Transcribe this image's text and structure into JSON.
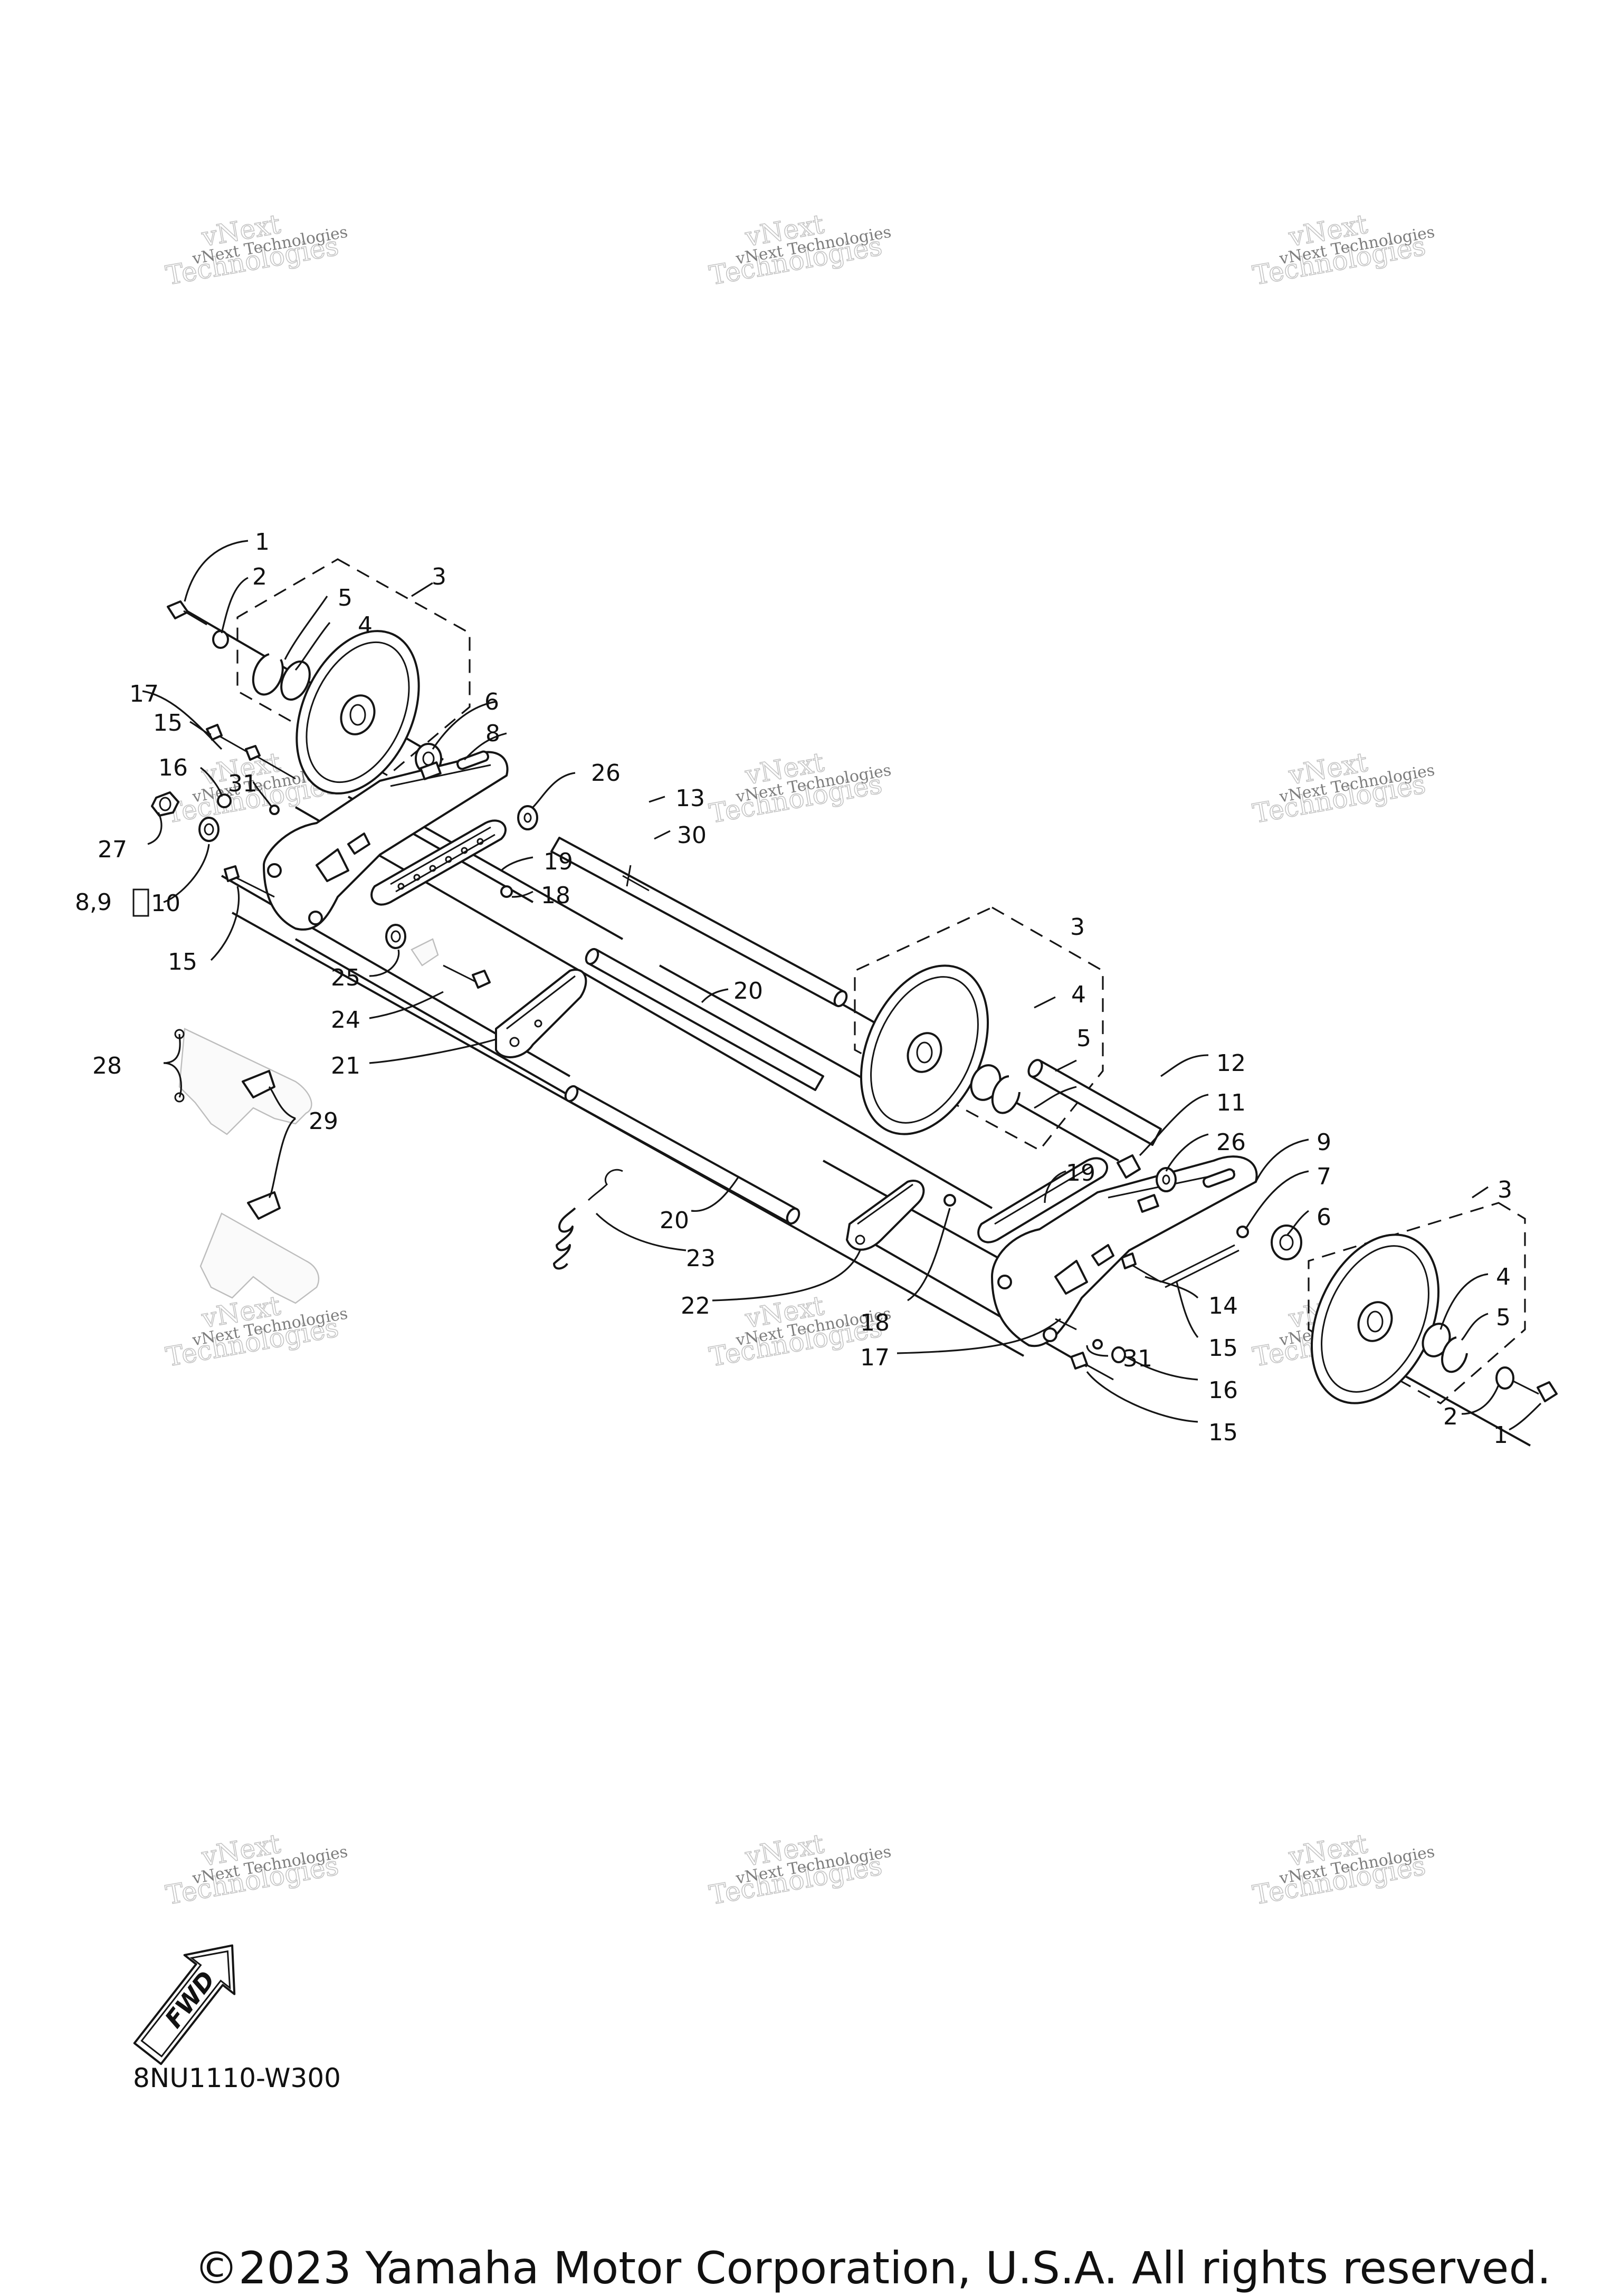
{
  "watermark": {
    "line1": "vNext Technologies",
    "line2": "vNext",
    "line3": "Technologies"
  },
  "diagram_code": "8NU1110-W300",
  "fwd_label": "FWD",
  "copyright": "©2023 Yamaha Motor Corporation, U.S.A. All rights reserved.",
  "callouts": {
    "c1": "1",
    "c2": "2",
    "c3": "3",
    "c4": "4",
    "c5": "5",
    "c6": "6",
    "c7": "7",
    "c8": "8",
    "c9": "9",
    "c10": "10",
    "c11": "11",
    "c12": "12",
    "c13": "13",
    "c14": "14",
    "c15": "15",
    "c16": "16",
    "c17": "17",
    "c18": "18",
    "c19": "19",
    "c20": "20",
    "c21": "21",
    "c22": "22",
    "c23": "23",
    "c24": "24",
    "c25": "25",
    "c26": "26",
    "c27": "27",
    "c28": "28",
    "c29": "29",
    "c30": "30",
    "c31": "31",
    "c89": "8,9"
  },
  "colors": {
    "line": "#151515",
    "watermark": "#7d7d7d",
    "background": "#ffffff"
  }
}
